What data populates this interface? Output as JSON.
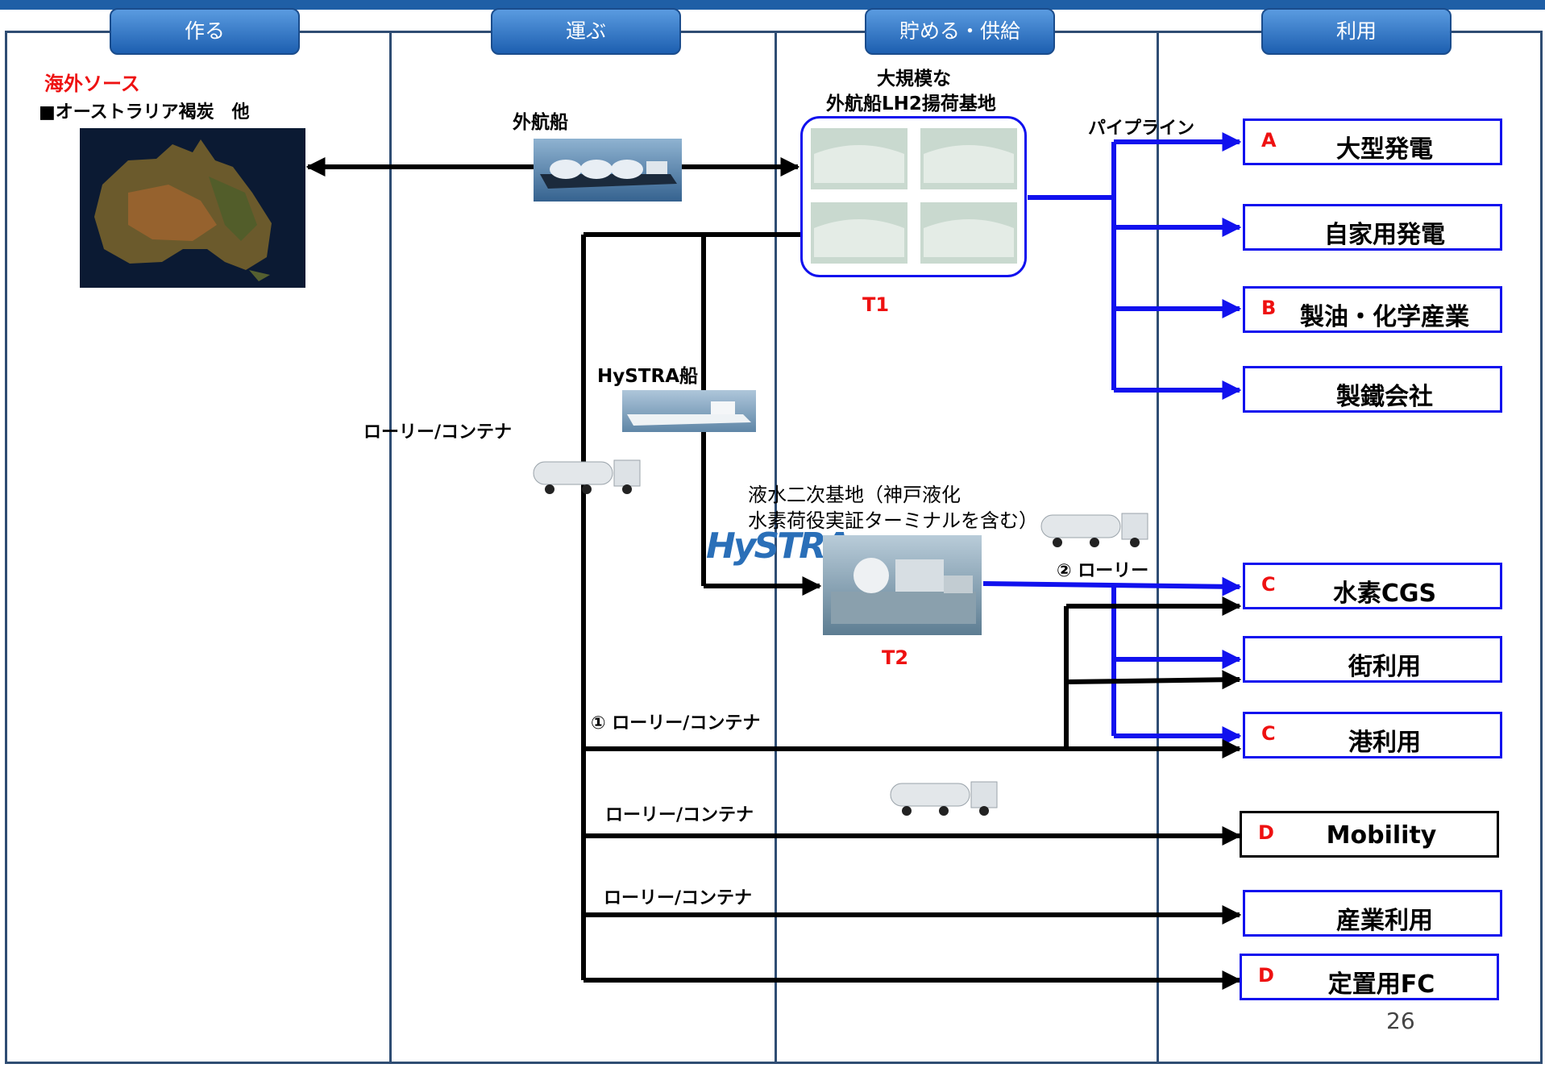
{
  "headers": [
    "作る",
    "運ぶ",
    "貯める・供給",
    "利用"
  ],
  "source": {
    "title": "海外ソース",
    "subtitle": "■オーストラリア褐炭　他"
  },
  "labels": {
    "ocean_ship": "外航船",
    "terminal_line1": "大規模な",
    "terminal_line2": "外航船LH2揚荷基地",
    "t1": "T1",
    "pipeline": "パイプライン",
    "hystra_ship": "HySTRA船",
    "lorry_container_left": "ローリー/コンテナ",
    "secondary_line1": "液水二次基地（神戸液化",
    "secondary_line2": "水素荷役実証ターミナルを含む）",
    "hystra_logo": "HySTRA",
    "t2": "T2",
    "lorry2": "② ローリー",
    "lorry1": "① ローリー/コンテナ",
    "lorry_mid": "ローリー/コンテナ",
    "lorry_low": "ローリー/コンテナ",
    "page_number": "26"
  },
  "destinations": [
    {
      "tag": "A",
      "label": "大型発電"
    },
    {
      "tag": "",
      "label": "自家用発電"
    },
    {
      "tag": "B",
      "label": "製油・化学産業"
    },
    {
      "tag": "",
      "label": "製鐵会社"
    },
    {
      "tag": "C",
      "label": "水素CGS"
    },
    {
      "tag": "",
      "label": "街利用"
    },
    {
      "tag": "C",
      "label": "港利用"
    },
    {
      "tag": "D",
      "label": "Mobility"
    },
    {
      "tag": "",
      "label": "産業利用"
    },
    {
      "tag": "D",
      "label": "定置用FC"
    }
  ],
  "colors": {
    "header": "#1d5fb0",
    "lane_border": "#2f4d73",
    "pipeline": "#1111ee",
    "road": "#000000",
    "accent_red": "#ee1111"
  }
}
